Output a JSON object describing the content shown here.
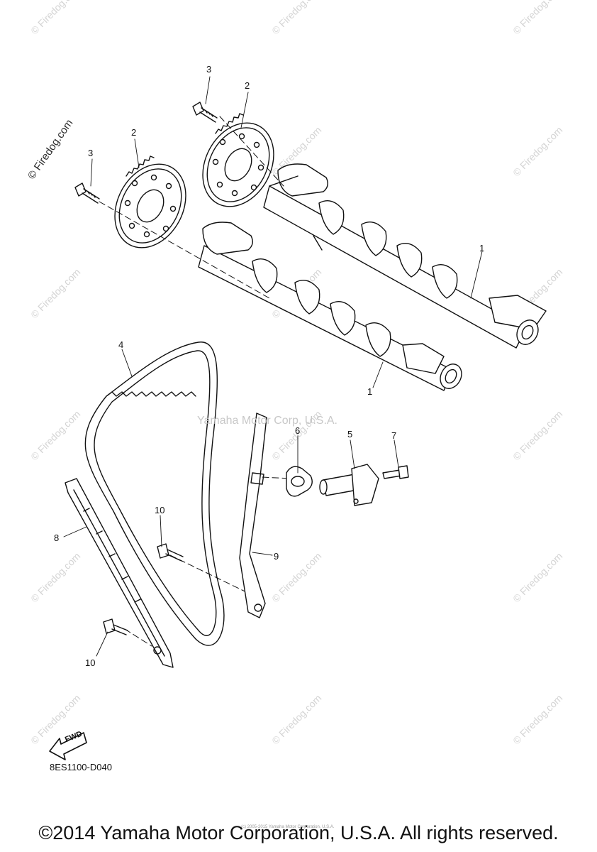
{
  "watermark": {
    "text": "© Firedog.com",
    "corp_text": "Yamaha Motor Corp, U.S.A."
  },
  "callouts": {
    "c1a": "1",
    "c1b": "1",
    "c2a": "2",
    "c2b": "2",
    "c3a": "3",
    "c3b": "3",
    "c4": "4",
    "c5": "5",
    "c6": "6",
    "c7": "7",
    "c8": "8",
    "c9": "9",
    "c10a": "10",
    "c10b": "10"
  },
  "fwd_label": "FWD",
  "part_code": "8ES1100-D040",
  "tiny_notice": "(c) 2005-2015 Yamaha Motor Corporation, U.S.A.",
  "copyright": "©2014 Yamaha Motor Corporation, U.S.A. All rights reserved.",
  "colors": {
    "ink": "#111111",
    "watermark": "#d4d4d4"
  }
}
